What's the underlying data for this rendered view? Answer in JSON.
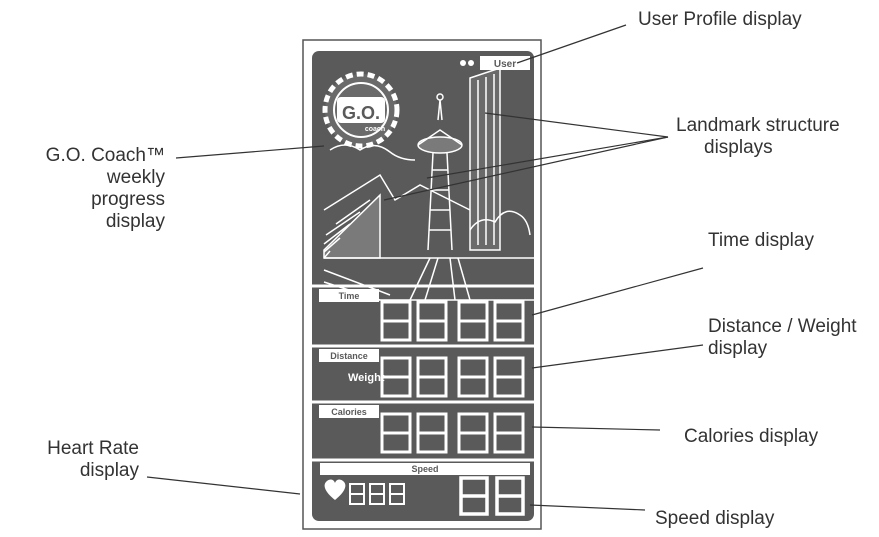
{
  "callouts": {
    "user_profile": "User Profile display",
    "landmark": [
      "Landmark structure",
      "displays"
    ],
    "go_coach": [
      "G.O. Coach™",
      "weekly progress",
      "display"
    ],
    "time": "Time display",
    "distance_weight": [
      "Distance / Weight",
      "display"
    ],
    "calories": "Calories display",
    "heart_rate": [
      "Heart Rate",
      "display"
    ],
    "speed": "Speed display"
  },
  "console": {
    "user_label": "User",
    "go_logo": "G.O.",
    "coach_label": "coach",
    "time_label": "Time",
    "distance_label": "Distance",
    "weight_label": "Weight",
    "calories_label": "Calories",
    "speed_label": "Speed",
    "heart_icon": "heart-icon"
  },
  "colors": {
    "panel": "#5a5a5a",
    "stroke": "#ffffff",
    "callout_line": "#333333"
  }
}
